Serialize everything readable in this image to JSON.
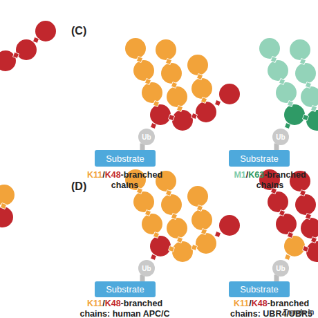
{
  "diagram": {
    "nodes": [
      {
        "text": [
          "Ub"
        ]
      },
      {
        "text": [
          "Substrate"
        ]
      },
      {
        "text": [
          "Ub"
        ]
      },
      {
        "text": [
          "Substrate"
        ]
      },
      {
        "text": [
          "Ub"
        ]
      },
      {
        "text": [
          "Substrate"
        ]
      },
      {
        "text": [
          "Ub"
        ]
      },
      {
        "text": [
          "Substrate"
        ]
      }
    ],
    "edges": [
      {
        "from": 0,
        "to": 1,
        "arrow": "none"
      },
      {
        "from": 2,
        "to": 3,
        "arrow": "none"
      },
      {
        "from": 4,
        "to": 5,
        "arrow": "none"
      },
      {
        "from": 6,
        "to": 7,
        "arrow": "none"
      }
    ],
    "labels": [
      "(C)",
      "K11/K48-branched chains",
      "M1/K63-branched chains",
      "(D)",
      "K11/K48-branched chains: human APC/C",
      "K11/K48-branched chains: UBR4/UBR5",
      "Trends in"
    ]
  }
}
